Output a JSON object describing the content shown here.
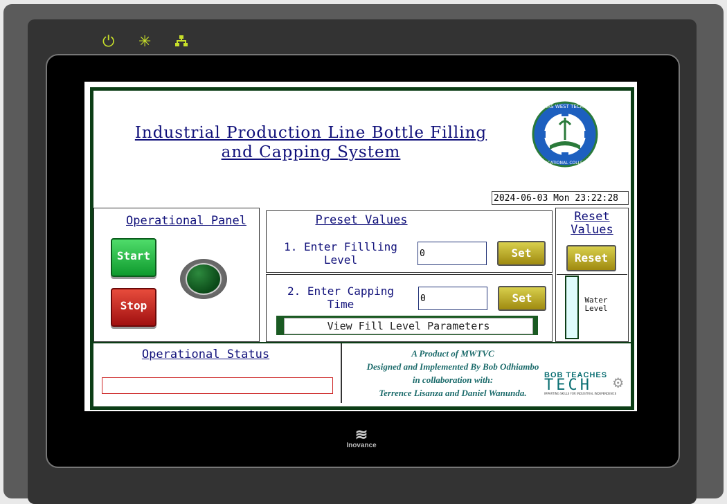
{
  "device": {
    "brand": "Inovance"
  },
  "header": {
    "title_line1": "Industrial Production Line Bottle Filling",
    "title_line2": "and Capping System",
    "datetime": "2024-06-03 Mon 23:22:28",
    "logo_text_top": "NGOMAS WEST TECHNICAL",
    "logo_text_bottom": "VOCATIONAL COLLEGE"
  },
  "operational_panel": {
    "title": "Operational Panel",
    "start_label": "Start",
    "stop_label": "Stop"
  },
  "preset_values": {
    "title": "Preset Values",
    "fill_label_line1": "1. Enter Fillling",
    "fill_label_line2": "Level",
    "fill_value": "0",
    "cap_label_line1": "2. Enter Capping",
    "cap_label_line2": "Time",
    "cap_value": "0",
    "set_label": "Set",
    "view_button": "View Fill Level Parameters"
  },
  "reset": {
    "title_line1": "Reset",
    "title_line2": "Values",
    "button": "Reset",
    "water_label_line1": "Water",
    "water_label_line2": "Level",
    "water_level": 0
  },
  "status": {
    "title": "Operational Status",
    "value": ""
  },
  "credits": {
    "line1": "A Product of MWTVC",
    "line2": "Designed and Implemented By Bob Odhiambo",
    "line3": "in collaboration with:",
    "line4": "Terrence Lisanza and Daniel Wanunda.",
    "brand_top": "BOB TEACHES",
    "brand_bottom": "TECH",
    "brand_tagline": "IMPARTING SKILLS FOR INDUSTRIAL INDEPENDENCE"
  },
  "colors": {
    "frame_green": "#0c3d16",
    "title_blue": "#10107a",
    "start_green": "#1fbf45",
    "stop_red": "#c0241a",
    "set_gold": "#c9bb2c",
    "water_fill": "#dffcfc"
  }
}
